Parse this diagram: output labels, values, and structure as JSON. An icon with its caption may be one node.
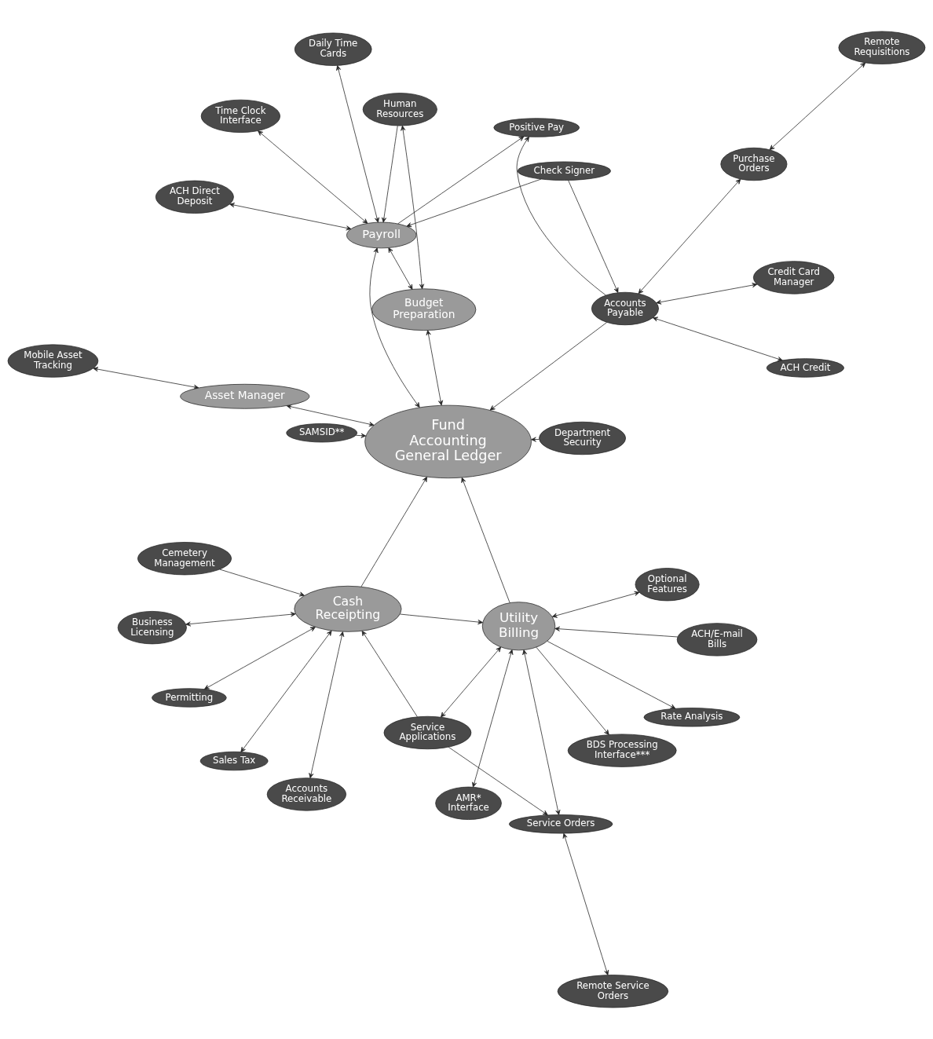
{
  "diagram": {
    "nodes": [
      {
        "text": [
          "Remote Service Orders"
        ]
      },
      {
        "text": [
          "Rate Analysis"
        ]
      },
      {
        "text": [
          "Service Orders"
        ]
      },
      {
        "text": [
          "Business Licensing"
        ]
      },
      {
        "text": [
          "ACH/E-mail Bills"
        ]
      },
      {
        "text": [
          "Service Applications"
        ]
      },
      {
        "text": [
          "Permitting"
        ]
      },
      {
        "text": [
          "BDS Processing Interface***"
        ]
      },
      {
        "text": [
          "Utility Billing"
        ]
      },
      {
        "text": [
          "Sales Tax"
        ]
      },
      {
        "text": [
          "Cash Receipting"
        ]
      },
      {
        "text": [
          "AMR*",
          "Interface"
        ]
      },
      {
        "text": [
          "Accounts Receivable"
        ]
      },
      {
        "text": [
          "Optional Features"
        ]
      },
      {
        "text": [
          "Cemetery Management"
        ]
      },
      {
        "text": [
          "Department Security"
        ]
      },
      {
        "text": [
          "Asset Manager"
        ]
      },
      {
        "text": [
          "Mobile Asset Tracking"
        ]
      },
      {
        "text": [
          "Fund Accounting General Ledger"
        ]
      },
      {
        "text": [
          "Budget Preparation"
        ]
      },
      {
        "text": [
          "SAMSID**"
        ]
      },
      {
        "text": [
          "Accounts Payable"
        ]
      },
      {
        "text": [
          "Human Resources"
        ]
      },
      {
        "text": [
          "Payroll"
        ]
      },
      {
        "text": [
          "Check Signer"
        ]
      },
      {
        "text": [
          "Daily Time Cards"
        ]
      },
      {
        "text": [
          "Credit Card Manager"
        ]
      },
      {
        "text": [
          "Positive Pay"
        ]
      },
      {
        "text": [
          "ACH Direct Deposit"
        ]
      },
      {
        "text": [
          "ACH Credit"
        ]
      },
      {
        "text": [
          "Time Clock Interface"
        ]
      },
      {
        "text": [
          "Purchase Orders"
        ]
      },
      {
        "text": [
          "Remote Requisitions"
        ]
      }
    ],
    "edges": [
      {
        "from": 2,
        "to": 0,
        "arrow": "both"
      },
      {
        "from": 8,
        "to": 1,
        "arrow": "to"
      },
      {
        "from": 2,
        "to": 8,
        "arrow": "both"
      },
      {
        "from": 5,
        "to": 2,
        "arrow": "to"
      },
      {
        "from": 4,
        "to": 8,
        "arrow": "to"
      },
      {
        "from": 5,
        "to": 8,
        "arrow": "both"
      },
      {
        "from": 8,
        "to": 7,
        "arrow": "to"
      },
      {
        "from": 10,
        "to": 8,
        "arrow": "to"
      },
      {
        "from": 11,
        "to": 8,
        "arrow": "both"
      },
      {
        "from": 13,
        "to": 8,
        "arrow": "both"
      },
      {
        "from": 3,
        "to": 10,
        "arrow": "both"
      },
      {
        "from": 6,
        "to": 10,
        "arrow": "both"
      },
      {
        "from": 5,
        "to": 10,
        "arrow": "to"
      },
      {
        "from": 9,
        "to": 10,
        "arrow": "both"
      },
      {
        "from": 12,
        "to": 10,
        "arrow": "both"
      },
      {
        "from": 14,
        "to": 10,
        "arrow": "to"
      },
      {
        "from": 8,
        "to": 18,
        "arrow": "to"
      },
      {
        "from": 10,
        "to": 18,
        "arrow": "to"
      },
      {
        "from": 15,
        "to": 18,
        "arrow": "to"
      },
      {
        "from": 16,
        "to": 18,
        "arrow": "both"
      },
      {
        "from": 16,
        "to": 17,
        "arrow": "both"
      },
      {
        "from": 18,
        "to": 19,
        "arrow": "both"
      },
      {
        "from": 20,
        "to": 18,
        "arrow": "to"
      },
      {
        "from": 21,
        "to": 18,
        "arrow": "to"
      },
      {
        "from": 18,
        "to": 23,
        "arrow": "both"
      },
      {
        "from": 19,
        "to": 23,
        "arrow": "both"
      },
      {
        "from": 19,
        "to": 22,
        "arrow": "both"
      },
      {
        "from": 22,
        "to": 23,
        "arrow": "to"
      },
      {
        "from": 24,
        "to": 21,
        "arrow": "to"
      },
      {
        "from": 24,
        "to": 23,
        "arrow": "to"
      },
      {
        "from": 21,
        "to": 26,
        "arrow": "both"
      },
      {
        "from": 21,
        "to": 29,
        "arrow": "both"
      },
      {
        "from": 21,
        "to": 31,
        "arrow": "both"
      },
      {
        "from": 21,
        "to": 27,
        "arrow": "to"
      },
      {
        "from": 23,
        "to": 27,
        "arrow": "to"
      },
      {
        "from": 23,
        "to": 28,
        "arrow": "both"
      },
      {
        "from": 23,
        "to": 30,
        "arrow": "both"
      },
      {
        "from": 23,
        "to": 25,
        "arrow": "both"
      },
      {
        "from": 31,
        "to": 32,
        "arrow": "both"
      }
    ]
  }
}
